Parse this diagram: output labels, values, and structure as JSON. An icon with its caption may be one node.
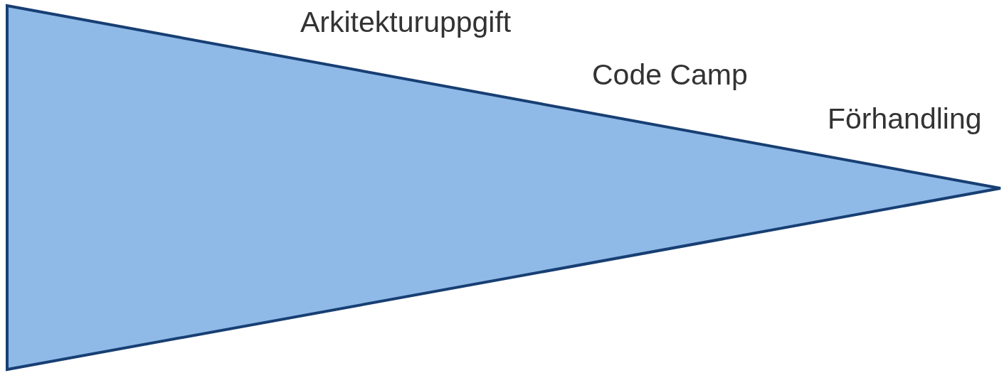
{
  "diagram": {
    "labels": [
      "Arkitekturuppgift",
      "Code Camp",
      "Förhandling"
    ]
  }
}
